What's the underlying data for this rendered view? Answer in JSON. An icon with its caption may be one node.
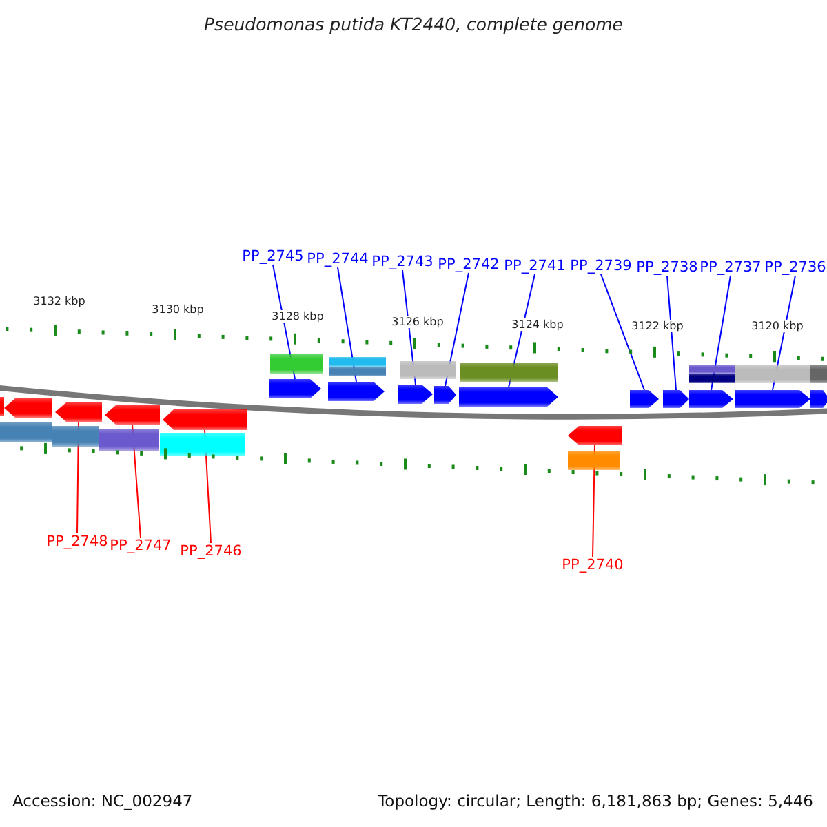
{
  "diagram": {
    "title": "Pseudomonas putida KT2440, complete genome",
    "nodes": [
      {
        "text": [
          "PP_2745"
        ]
      },
      {
        "text": [
          "PP_2744"
        ]
      },
      {
        "text": [
          "PP_2743"
        ]
      },
      {
        "text": [
          "PP_2742"
        ]
      },
      {
        "text": [
          "PP_2741"
        ]
      },
      {
        "text": [
          "PP_2739"
        ]
      },
      {
        "text": [
          "PP_2738"
        ]
      },
      {
        "text": [
          "PP_2737"
        ]
      },
      {
        "text": [
          "PP_2736"
        ]
      },
      {
        "text": [
          "PP_2748"
        ]
      },
      {
        "text": [
          "PP_2747"
        ]
      },
      {
        "text": [
          "PP_2746"
        ]
      },
      {
        "text": [
          "PP_2740"
        ]
      },
      {
        "text": [],
        "shape": "arrow"
      },
      {
        "text": [],
        "shape": "arrow"
      },
      {
        "text": [],
        "shape": "arrow"
      },
      {
        "text": [],
        "shape": "arrow"
      },
      {
        "text": [],
        "shape": "arrow"
      },
      {
        "text": [],
        "shape": "arrow"
      },
      {
        "text": [],
        "shape": "arrow"
      },
      {
        "text": [],
        "shape": "arrow"
      },
      {
        "text": [],
        "shape": "arrow"
      },
      {
        "text": [],
        "shape": "arrow"
      },
      {
        "text": [],
        "shape": "arrow"
      },
      {
        "text": [],
        "shape": "arrow"
      },
      {
        "text": [],
        "shape": "arrow"
      },
      {
        "text": [],
        "shape": "arrow"
      },
      {
        "text": [],
        "shape": "arrow"
      },
      {
        "text": [],
        "shape": "arrow"
      }
    ],
    "edges": [
      {
        "from": 0,
        "to": 13,
        "arrow": "none"
      },
      {
        "from": 1,
        "to": 14,
        "arrow": "none"
      },
      {
        "from": 2,
        "to": 15,
        "arrow": "none"
      },
      {
        "from": 3,
        "to": 16,
        "arrow": "none"
      },
      {
        "from": 4,
        "to": 17,
        "arrow": "none"
      },
      {
        "from": 5,
        "to": 18,
        "arrow": "none"
      },
      {
        "from": 6,
        "to": 19,
        "arrow": "none"
      },
      {
        "from": 7,
        "to": 20,
        "arrow": "none"
      },
      {
        "from": 8,
        "to": 21,
        "arrow": "none"
      },
      {
        "from": 9,
        "to": 22,
        "arrow": "none",
        "color": "#ff0000"
      },
      {
        "from": 10,
        "to": 23,
        "arrow": "none",
        "color": "#ff0000"
      },
      {
        "from": 11,
        "to": 24,
        "arrow": "none",
        "color": "#ff0000"
      },
      {
        "from": 12,
        "to": 25,
        "arrow": "none",
        "color": "#ff0000"
      }
    ],
    "labels": [
      "3132 kbp",
      "3130 kbp",
      "3128 kbp",
      "3126 kbp",
      "3124 kbp",
      "3122 kbp",
      "3120 kbp",
      "Accession: NC_002947",
      "Topology: circular; Length: 6,181,863 bp; Genes: 5,446"
    ]
  }
}
